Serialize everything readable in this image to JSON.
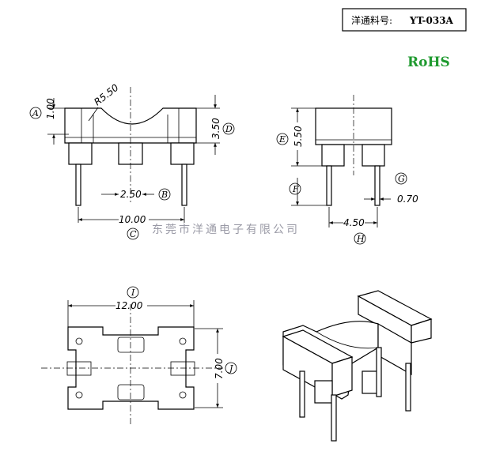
{
  "header": {
    "part_label": "洋通料号:",
    "part_no": "YT-033A"
  },
  "rohs": {
    "text": "RoHS",
    "color": "#1f9a2f"
  },
  "watermark": "东莞市洋通电子有限公司",
  "dimensions": {
    "A": "1.00",
    "R": "R5.50",
    "D": "3.50",
    "B": "2.50",
    "C": "10.00",
    "E": "5.50",
    "G": "0.70",
    "H": "4.50",
    "I": "12.00",
    "J": "7.00"
  },
  "labels": {
    "A": "A",
    "B": "B",
    "C": "C",
    "D": "D",
    "E": "E",
    "F": "F",
    "G": "G",
    "H": "H",
    "I": "I",
    "J": "J"
  }
}
